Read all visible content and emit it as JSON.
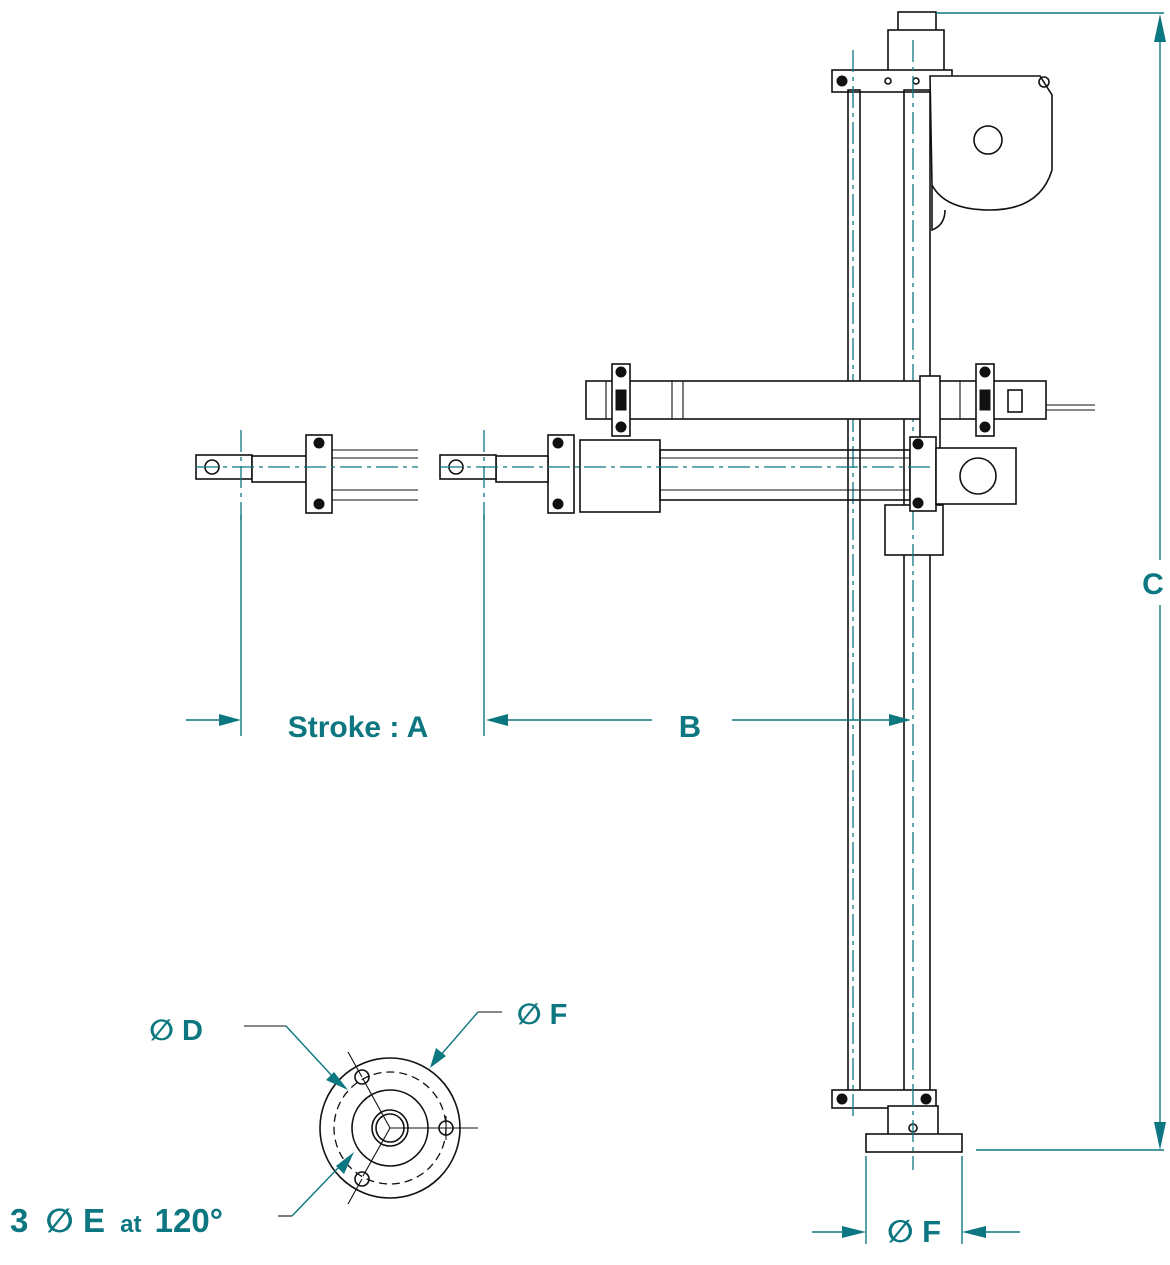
{
  "labels": {
    "stroke": "Stroke : A",
    "b": "B",
    "c": "C",
    "diameter_d": "∅ D",
    "diameter_f_top": "∅ F",
    "diameter_f_bottom": "∅ F",
    "holes_count": "3",
    "holes_diameter": "∅ E",
    "holes_at": "at",
    "holes_angle": "120°"
  },
  "colors": {
    "dimension": "#0c7780",
    "outline": "#111111",
    "background": "#ffffff"
  }
}
